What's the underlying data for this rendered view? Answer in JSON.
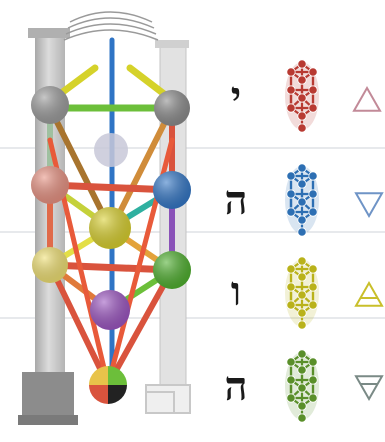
{
  "letters": [
    {
      "glyph": "י",
      "color": "#b83a32"
    },
    {
      "glyph": "ה",
      "color": "#2d6fb3"
    },
    {
      "glyph": "ו",
      "color": "#b9b21a"
    },
    {
      "glyph": "ה",
      "color": "#5a8f2a"
    }
  ],
  "triangles": [
    {
      "direction": "up",
      "variant": "plain",
      "color": "#c28a98"
    },
    {
      "direction": "down",
      "variant": "plain",
      "color": "#6f94c6"
    },
    {
      "direction": "up",
      "variant": "barred",
      "color": "#c9bf2a"
    },
    {
      "direction": "down",
      "variant": "barred",
      "color": "#7a8a86"
    }
  ],
  "tree_colors": {
    "pillar": "#c8c8c8",
    "path_red": "#d9533d",
    "path_green": "#6cbf3a",
    "path_yellow": "#d8cf3a",
    "path_blue": "#2f74c5",
    "path_purple": "#8a52b8",
    "path_lime": "#b9d52c",
    "sephirot": [
      "#9a9a9a",
      "#9a9a9a",
      "#8a8a8a",
      "#c8c8d8",
      "#e89080",
      "#2f74c5",
      "#d8cf2a",
      "#f0e070",
      "#4bae2a",
      "#9a52c0"
    ]
  }
}
